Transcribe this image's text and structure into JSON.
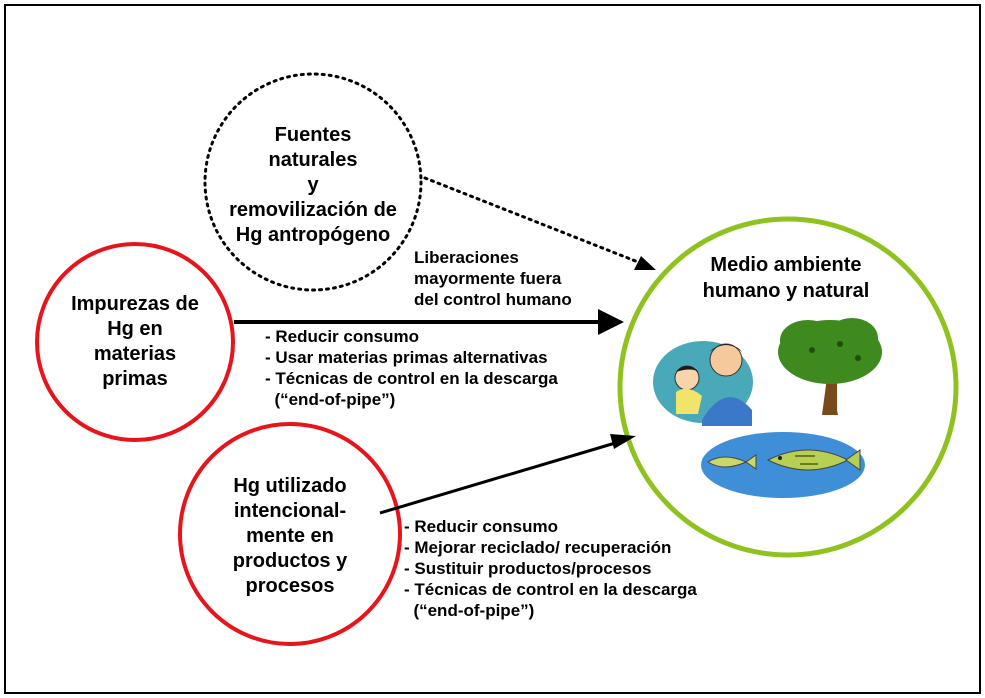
{
  "colors": {
    "frame": "#000000",
    "source_circle_stroke": "#e8141b",
    "natural_circle_stroke": "#000000",
    "environment_circle_stroke": "#8fc21f",
    "arrow": "#000000",
    "water": "#3f8fd8",
    "tree_green": "#3f8a1e",
    "tree_trunk": "#7a4a1a",
    "family_bg": "#4aa9b8"
  },
  "nodes": {
    "natural_sources": "Fuentes\nnaturales\ny\nremovilización de\nHg antropógeno",
    "raw_materials": "Impurezas de\nHg en\nmaterias\nprimas",
    "intentional_use": "Hg utilizado\nintencional-\nmente en\nproductos y\nprocesos",
    "environment": "Medio ambiente\nhumano y natural"
  },
  "notes": {
    "natural_releases": "Liberaciones\nmayormente fuera\ndel control humano"
  },
  "raw_materials_measures": [
    "- Reducir consumo",
    "- Usar materias primas alternativas",
    "- Técnicas de control en la descarga",
    "  (“end-of-pipe”)"
  ],
  "intentional_use_measures": [
    "- Reducir consumo",
    "- Mejorar reciclado/ recuperación",
    "- Sustituir productos/procesos",
    "- Técnicas de control en la descarga",
    "  (“end-of-pipe”)"
  ],
  "icons": [
    "family-icon",
    "tree-icon",
    "fish-pond-icon"
  ]
}
